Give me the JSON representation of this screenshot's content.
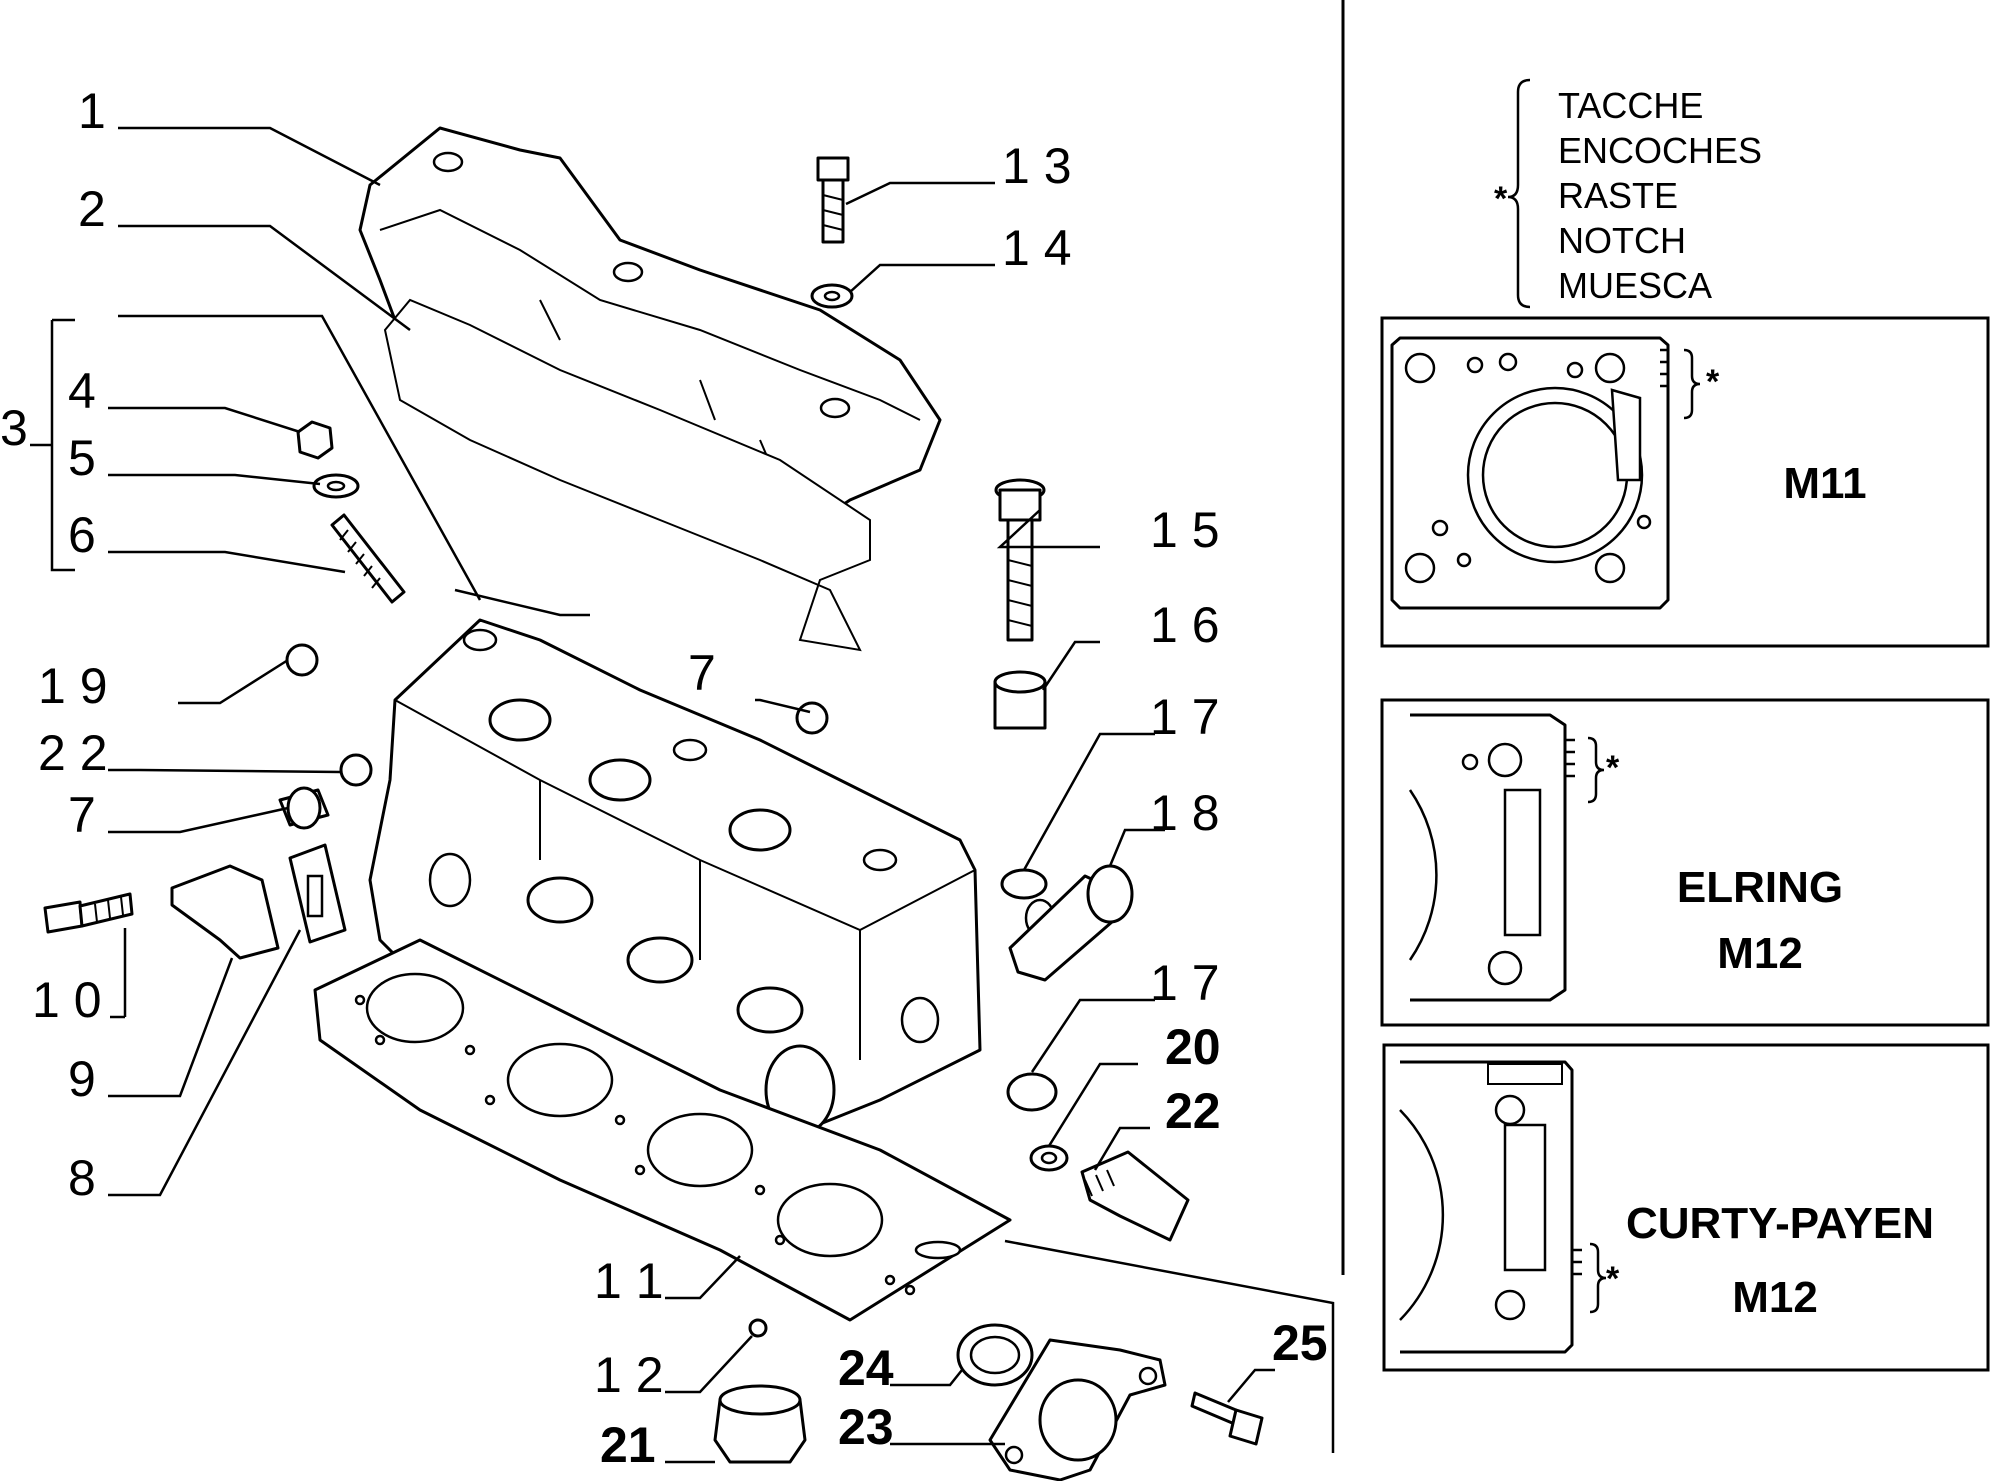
{
  "callouts": {
    "c1": "1",
    "c2": "2",
    "c3": "3",
    "c4": "4",
    "c5": "5",
    "c6": "6",
    "c7a": "7",
    "c7b": "7",
    "c8": "8",
    "c9": "9",
    "c10": "1 0",
    "c11": "1 1",
    "c12": "1 2",
    "c13": "1 3",
    "c14": "1 4",
    "c15": "1 5",
    "c16": "1 6",
    "c17a": "1 7",
    "c17b": "1 7",
    "c18": "1 8",
    "c19": "1 9",
    "c20": "20",
    "c21": "21",
    "c22a": "2 2",
    "c22b": "22",
    "c23": "23",
    "c24": "24",
    "c25": "25"
  },
  "legend": {
    "asterisk": "*",
    "lines": [
      "TACCHE",
      "ENCOCHES",
      "RASTE",
      "NOTCH",
      "MUESCA"
    ]
  },
  "panels": [
    {
      "label_lines": [
        "M11"
      ],
      "marker": "*"
    },
    {
      "label_lines": [
        "ELRING",
        "M12"
      ],
      "marker": "*"
    },
    {
      "label_lines": [
        "CURTY-PAYEN",
        "M12"
      ],
      "marker": "*"
    }
  ],
  "colors": {
    "ink": "#000000",
    "paper": "#ffffff"
  }
}
